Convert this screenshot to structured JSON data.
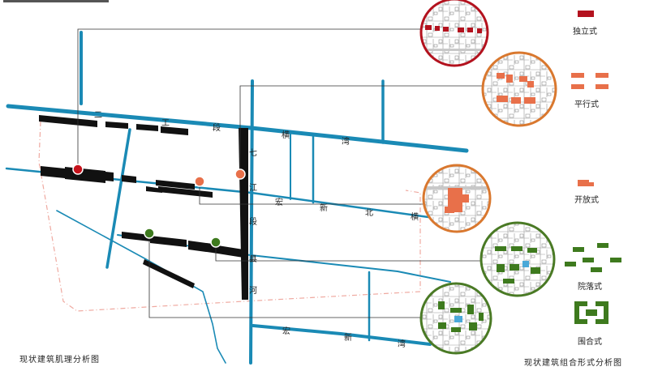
{
  "header_text": "",
  "captions": {
    "left": "现状建筑肌理分析图",
    "right": "现状建筑组合形式分析图"
  },
  "street_chars": [
    {
      "text": "二",
      "id": "c1"
    },
    {
      "text": "工",
      "id": "c2"
    },
    {
      "text": "段",
      "id": "c3"
    },
    {
      "text": "横",
      "id": "c4"
    },
    {
      "text": "湾",
      "id": "c5"
    },
    {
      "text": "七",
      "id": "c6"
    },
    {
      "text": "江",
      "id": "c7"
    },
    {
      "text": "宏",
      "id": "c8"
    },
    {
      "text": "新",
      "id": "c9"
    },
    {
      "text": "北",
      "id": "c10"
    },
    {
      "text": "横",
      "id": "c11"
    },
    {
      "text": "段",
      "id": "c12"
    },
    {
      "text": "县",
      "id": "c13"
    },
    {
      "text": "河",
      "id": "c14"
    },
    {
      "text": "宏",
      "id": "c15"
    },
    {
      "text": "新",
      "id": "c16"
    },
    {
      "text": "湾",
      "id": "c17"
    }
  ],
  "legend": [
    {
      "id": "independent",
      "label": "独立式",
      "color": "#b3121e"
    },
    {
      "id": "parallel",
      "label": "平行式",
      "color": "#e8704a"
    },
    {
      "id": "open",
      "label": "开放式",
      "color": "#e8704a"
    },
    {
      "id": "courtyard",
      "label": "院落式",
      "color": "#3e7a1e"
    },
    {
      "id": "enclosed",
      "label": "围合式",
      "color": "#3e7a1e"
    }
  ],
  "colors": {
    "road": "#1a8ab5",
    "boundary": "#efa9a0",
    "building": "#111111",
    "red_marker": "#c5121b",
    "orange_marker": "#e8704a",
    "green_marker": "#3e7a1e",
    "ring_red": "#b3121e",
    "ring_orange": "#d9782f",
    "ring_green": "#4a7a25"
  }
}
